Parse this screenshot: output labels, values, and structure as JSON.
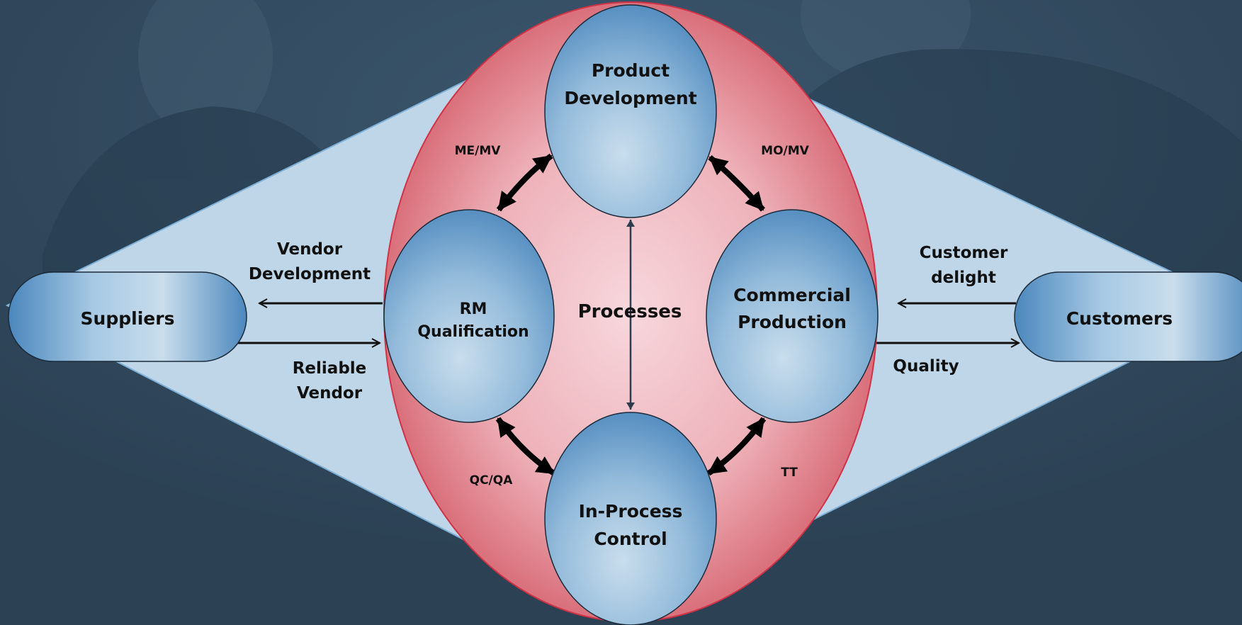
{
  "nodes": {
    "suppliers": "Suppliers",
    "customers": "Customers",
    "product_development": [
      "Product",
      "Development"
    ],
    "rm_qualification": [
      "RM",
      "Qualification"
    ],
    "commercial_production": [
      "Commercial",
      "Production"
    ],
    "in_process_control": [
      "In-Process",
      "Control"
    ]
  },
  "center": "Processes",
  "edges": {
    "vendor_development": [
      "Vendor",
      "Development"
    ],
    "reliable_vendor": [
      "Reliable",
      "Vendor"
    ],
    "customer_delight": [
      "Customer",
      "delight"
    ],
    "quality": "Quality",
    "me_mv": "ME/MV",
    "mo_mv": "MO/MV",
    "qc_qa": "QC/QA",
    "tt": "TT"
  },
  "colors": {
    "background": "#2c4154",
    "diamond": "#bed6e8",
    "outer_ellipse": "#d9636e",
    "node_blue": "#5f98c6"
  }
}
